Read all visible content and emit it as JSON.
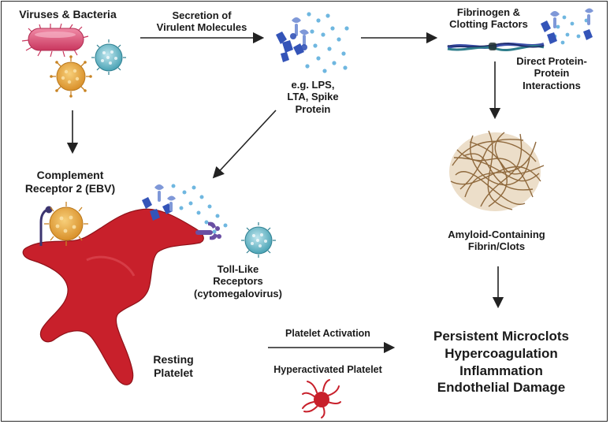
{
  "labels": {
    "viruses_bacteria": "Viruses & Bacteria",
    "secretion_line1": "Secretion of",
    "secretion_line2": "Virulent Molecules",
    "fibrinogen_line1": "Fibrinogen &",
    "fibrinogen_line2": "Clotting Factors",
    "direct_line1": "Direct Protein-",
    "direct_line2": "Protein",
    "direct_line3": "Interactions",
    "eg_line1": "e.g. LPS,",
    "eg_line2": "LTA, Spike",
    "eg_line3": "Protein",
    "complement_line1": "Complement",
    "complement_line2": "Receptor 2 (EBV)",
    "amyloid_line1": "Amyloid-Containing",
    "amyloid_line2": "Fibrin/Clots",
    "tlr_line1": "Toll-Like",
    "tlr_line2": "Receptors",
    "tlr_line3": "(cytomegalovirus)",
    "platelet_activation": "Platelet Activation",
    "hyperactivated_platelet": "Hyperactivated Platelet",
    "resting_line1": "Resting",
    "resting_line2": "Platelet"
  },
  "outcomes": [
    "Persistent Microclots",
    "Hypercoagulation",
    "Inflammation",
    "Endothelial Damage"
  ],
  "colors": {
    "bacterium": "#e0567c",
    "virus_orange": "#e9a23b",
    "virus_teal": "#4aa3b5",
    "platelet": "#c8202b",
    "molecule_blue": "#3454b8",
    "molecule_light": "#6fb7e0",
    "receptor_purple": "#6a4fa3",
    "clot_brown": "#8a6233",
    "arrow": "#222222"
  }
}
